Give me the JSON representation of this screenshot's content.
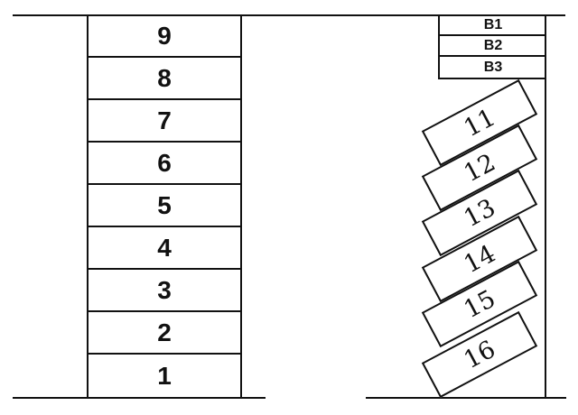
{
  "left_stack": {
    "cells": [
      "9",
      "8",
      "7",
      "6",
      "5",
      "4",
      "3",
      "2",
      "1"
    ]
  },
  "right_top_stack": {
    "cells": [
      "B1",
      "B2",
      "B3"
    ]
  },
  "tilted_stack": {
    "cells": [
      "11",
      "12",
      "13",
      "14",
      "15",
      "16"
    ]
  },
  "colors": {
    "line": "#111111",
    "background": "#ffffff"
  }
}
